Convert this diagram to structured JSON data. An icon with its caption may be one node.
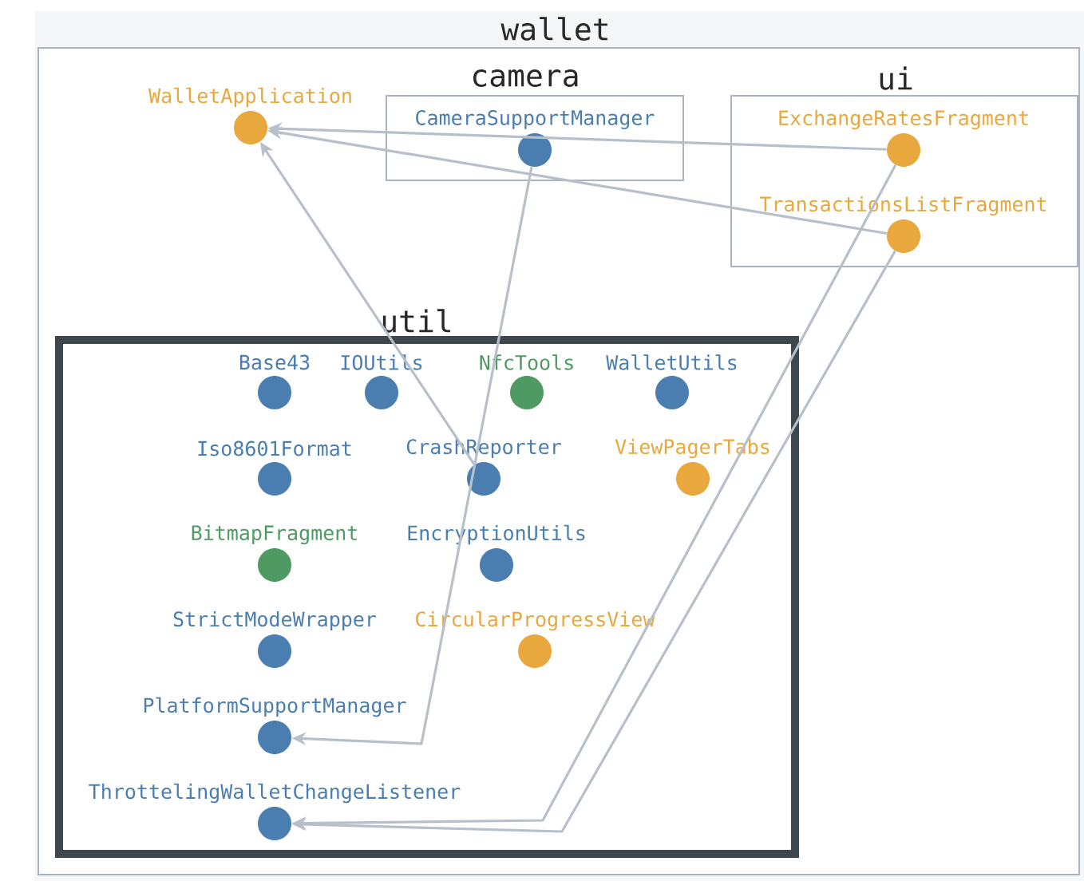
{
  "diagram": {
    "nodes": [
      {
        "text": [
          "wallet"
        ]
      },
      {
        "text": [
          "WalletApplication"
        ],
        "in": 0
      },
      {
        "text": [
          "camera"
        ],
        "in": 0
      },
      {
        "text": [
          "CameraSupportManager"
        ],
        "in": 2
      },
      {
        "text": [
          "ui"
        ],
        "in": 0
      },
      {
        "text": [
          "ExchangeRatesFragment"
        ],
        "in": 4
      },
      {
        "text": [
          "TransactionsListFragment"
        ],
        "in": 4
      },
      {
        "text": [
          "util"
        ],
        "in": 0
      },
      {
        "text": [
          "Base43"
        ],
        "in": 7
      },
      {
        "text": [
          "IOUtils"
        ],
        "in": 7
      },
      {
        "text": [
          "NfcTools"
        ],
        "in": 7
      },
      {
        "text": [
          "WalletUtils"
        ],
        "in": 7
      },
      {
        "text": [
          "Iso8601Format"
        ],
        "in": 7
      },
      {
        "text": [
          "CrashReporter"
        ],
        "in": 7
      },
      {
        "text": [
          "ViewPagerTabs"
        ],
        "in": 7
      },
      {
        "text": [
          "BitmapFragment"
        ],
        "in": 7
      },
      {
        "text": [
          "EncryptionUtils"
        ],
        "in": 7
      },
      {
        "text": [
          "StrictModeWrapper"
        ],
        "in": 7
      },
      {
        "text": [
          "CircularProgressView"
        ],
        "in": 7
      },
      {
        "text": [
          "PlatformSupportManager"
        ],
        "in": 7
      },
      {
        "text": [
          "ThrottelingWalletChangeListener"
        ],
        "in": 7
      }
    ],
    "edges": [
      {
        "from": 5,
        "to": 1,
        "arrow": "to"
      },
      {
        "from": 6,
        "to": 1,
        "arrow": "to"
      },
      {
        "from": 13,
        "to": 1,
        "arrow": "to"
      },
      {
        "from": 3,
        "to": 19,
        "arrow": "to"
      },
      {
        "from": 5,
        "to": 20,
        "arrow": "to"
      },
      {
        "from": 6,
        "to": 20,
        "arrow": "to"
      }
    ]
  }
}
